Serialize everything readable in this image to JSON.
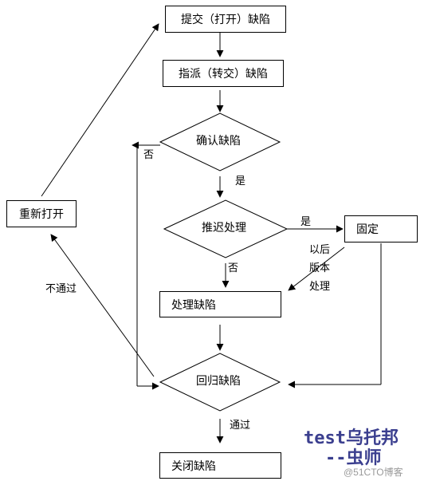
{
  "nodes": {
    "submit": "提交（打开）缺陷",
    "assign": "指派（转交）缺陷",
    "confirm": "确认缺陷",
    "defer": "推迟处理",
    "fixed": "固定",
    "handle": "处理缺陷",
    "regress": "回归缺陷",
    "close": "关闭缺陷",
    "reopen": "重新打开"
  },
  "labels": {
    "no_confirm": "否",
    "yes_confirm": "是",
    "yes_defer": "是",
    "no_defer": "否",
    "later_1": "以后",
    "later_2": "版本",
    "later_3": "处理",
    "fail": "不通过",
    "pass": "通过"
  },
  "watermark": {
    "line1": "test乌托邦",
    "line2": "--虫师",
    "line3": "@51CTO博客"
  }
}
